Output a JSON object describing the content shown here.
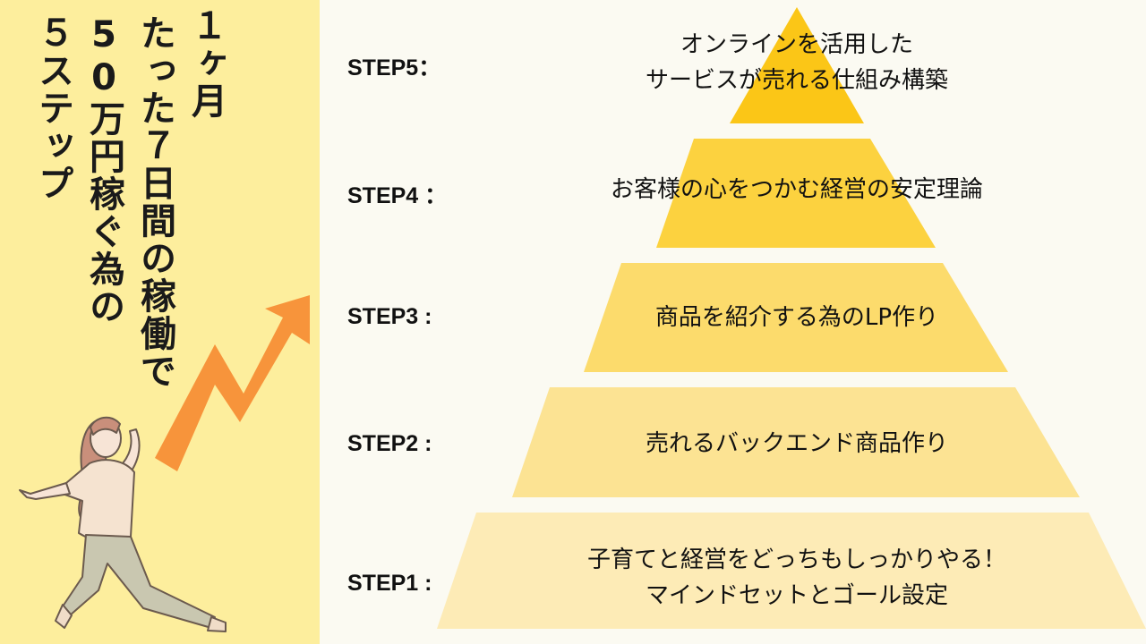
{
  "title_columns": [
    "１ヶ月",
    "たった７日間の稼働で",
    "50万円稼ぐ為の",
    "５ステップ"
  ],
  "steps": [
    {
      "label": "STEP5：",
      "lines": [
        "オンラインを活用した",
        "サービスが売れる仕組み構築"
      ],
      "color": "#fbc617"
    },
    {
      "label": "STEP4 ：",
      "lines": [
        "お客様の心をつかむ経営の安定理論"
      ],
      "color": "#fcd23f"
    },
    {
      "label": "STEP3 :",
      "lines": [
        "商品を紹介する為のLP作り"
      ],
      "color": "#fcdb6c"
    },
    {
      "label": "STEP2 :",
      "lines": [
        "売れるバックエンド商品作り"
      ],
      "color": "#fce393"
    },
    {
      "label": "STEP1 :",
      "lines": [
        "子育てと経営をどっちもしっかりやる！",
        "マインドセットとゴール設定"
      ],
      "color": "#fdebb6"
    }
  ],
  "colors": {
    "sidebar": "#fdee9d",
    "arrow": "#f7943b",
    "background": "#fbfaf2"
  },
  "icons": [
    "trend-arrow-icon",
    "running-woman-illustration"
  ]
}
